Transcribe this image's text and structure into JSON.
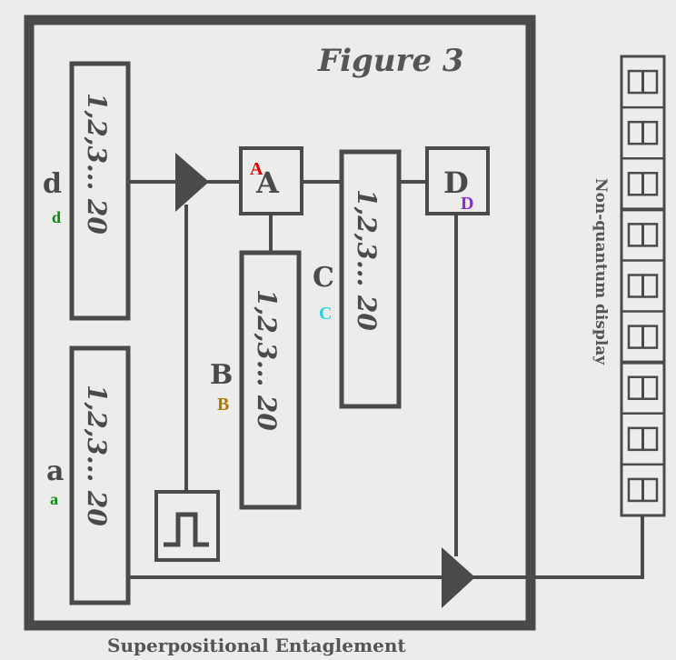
{
  "figure": {
    "title": "Figure 3",
    "caption": "Superpositional Entaglement",
    "display_label": "Non-quantum display"
  },
  "registers": [
    {
      "id": "d",
      "label": "d",
      "annotation": "d",
      "content": "1,2,3... 20"
    },
    {
      "id": "a",
      "label": "a",
      "annotation": "a",
      "content": "1,2,3... 20"
    },
    {
      "id": "B",
      "label": "B",
      "annotation": "B",
      "content": "1,2,3... 20"
    },
    {
      "id": "C",
      "label": "C",
      "annotation": "C",
      "content": "1,2,3... 20"
    }
  ],
  "gates": [
    {
      "id": "A",
      "label": "A",
      "annotation": "A"
    },
    {
      "id": "D",
      "label": "D",
      "annotation": "D"
    }
  ],
  "pulse_generator": {
    "icon": "square-pulse-icon"
  },
  "display": {
    "cells": 9
  },
  "annotation_colors": {
    "d": "#0a8a0a",
    "a": "#0a8a0a",
    "A": "#dd0000",
    "B": "#b07800",
    "C": "#22d4e6",
    "D": "#8a2be2"
  }
}
